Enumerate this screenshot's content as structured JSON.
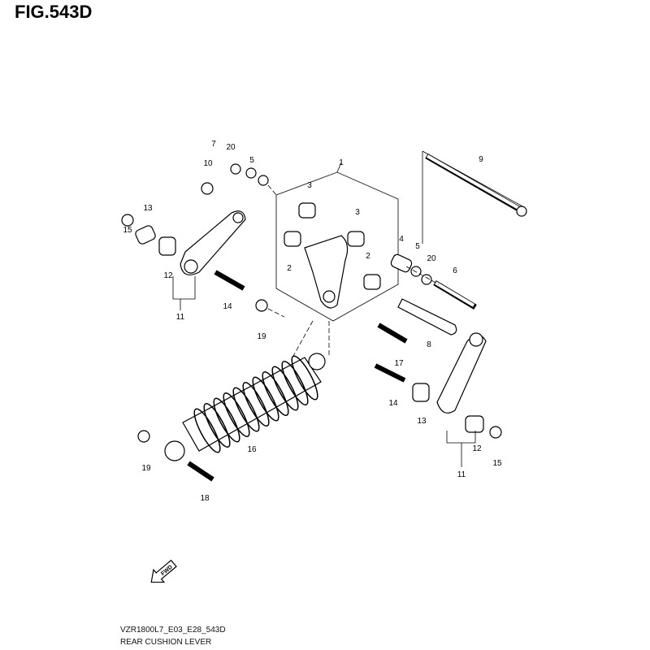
{
  "figure": {
    "title": "FIG.543D",
    "code": "VZR1800L7_E03_E28_543D",
    "name": "REAR CUSHION LEVER"
  },
  "callouts": [
    "7",
    "20",
    "5",
    "10",
    "1",
    "9",
    "13",
    "3",
    "3",
    "15",
    "4",
    "5",
    "20",
    "2",
    "2",
    "6",
    "12",
    "14",
    "11",
    "19",
    "8",
    "17",
    "14",
    "13",
    "16",
    "12",
    "15",
    "11",
    "19",
    "18"
  ],
  "fwd_label": "FWD"
}
